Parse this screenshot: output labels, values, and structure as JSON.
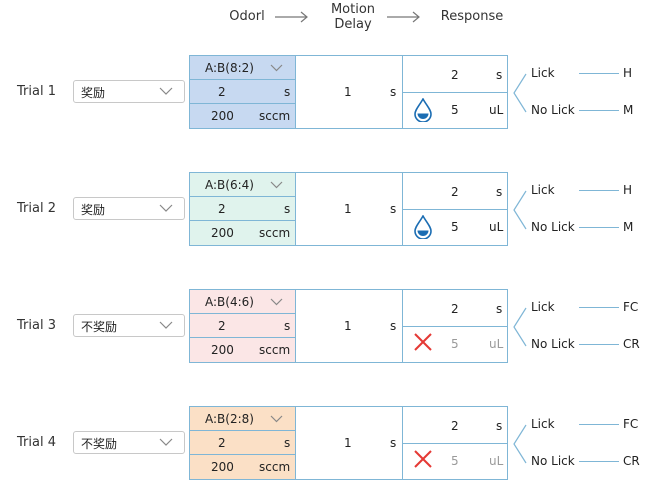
{
  "header": {
    "odor": "Odorl",
    "delay_line1": "Motion",
    "delay_line2": "Delay",
    "response": "Response"
  },
  "colors": {
    "trial1_bg": "#c7d9f1",
    "trial2_bg": "#e0f3ed",
    "trial3_bg": "#fbe6e6",
    "trial4_bg": "#fbe0c6",
    "border": "#7fb6d6",
    "drop": "#1b6db3",
    "cross": "#e53935"
  },
  "trials": [
    {
      "label": "Trial  1",
      "select_value": "奖励",
      "odor_ratio": "A:B(8:2)",
      "odor_duration": "2",
      "odor_duration_unit": "s",
      "flow": "200",
      "flow_unit": "sccm",
      "delay": "1",
      "delay_unit": "s",
      "response_window": "2",
      "response_window_unit": "s",
      "reward_icon": "water-drop-icon",
      "reward_volume": "5",
      "reward_unit": "uL",
      "lick_label": "Lick",
      "lick_outcome": "H",
      "nolick_label": "No Lick",
      "nolick_outcome": "M"
    },
    {
      "label": "Trial  2",
      "select_value": "奖励",
      "odor_ratio": "A:B(6:4)",
      "odor_duration": "2",
      "odor_duration_unit": "s",
      "flow": "200",
      "flow_unit": "sccm",
      "delay": "1",
      "delay_unit": "s",
      "response_window": "2",
      "response_window_unit": "s",
      "reward_icon": "water-drop-icon",
      "reward_volume": "5",
      "reward_unit": "uL",
      "lick_label": "Lick",
      "lick_outcome": "H",
      "nolick_label": "No Lick",
      "nolick_outcome": "M"
    },
    {
      "label": "Trial  3",
      "select_value": "不奖励",
      "odor_ratio": "A:B(4:6)",
      "odor_duration": "2",
      "odor_duration_unit": "s",
      "flow": "200",
      "flow_unit": "sccm",
      "delay": "1",
      "delay_unit": "s",
      "response_window": "2",
      "response_window_unit": "s",
      "reward_icon": "cross-icon",
      "reward_volume": "5",
      "reward_unit": "uL",
      "lick_label": "Lick",
      "lick_outcome": "FC",
      "nolick_label": "No Lick",
      "nolick_outcome": "CR"
    },
    {
      "label": "Trial  4",
      "select_value": "不奖励",
      "odor_ratio": "A:B(2:8)",
      "odor_duration": "2",
      "odor_duration_unit": "s",
      "flow": "200",
      "flow_unit": "sccm",
      "delay": "1",
      "delay_unit": "s",
      "response_window": "2",
      "response_window_unit": "s",
      "reward_icon": "cross-icon",
      "reward_volume": "5",
      "reward_unit": "uL",
      "lick_label": "Lick",
      "lick_outcome": "FC",
      "nolick_label": "No Lick",
      "nolick_outcome": "CR"
    }
  ]
}
